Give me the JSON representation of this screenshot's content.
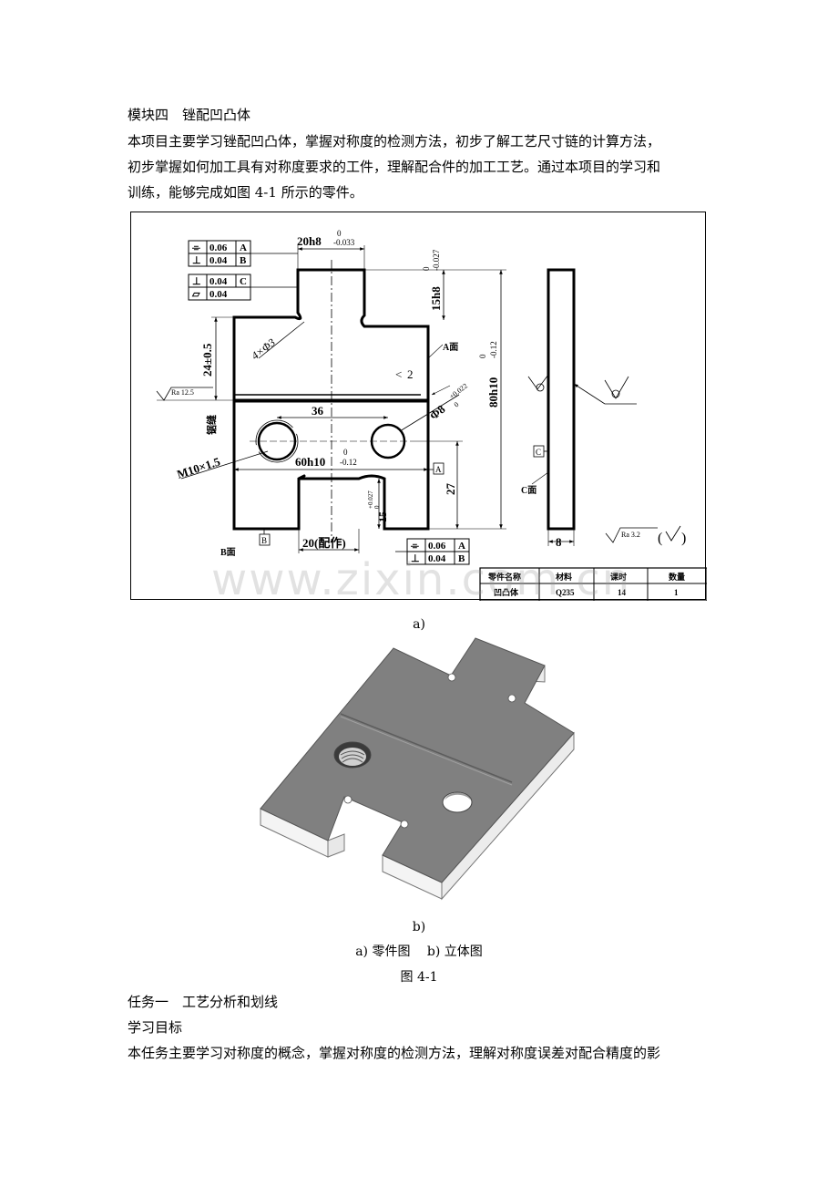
{
  "heading": "模块四　锉配凹凸体",
  "intro": [
    "本项目主要学习锉配凹凸体，掌握对称度的检测方法，初步了解工艺尺寸链的计算方法，",
    "初步掌握如何加工具有对称度要求的工件，理解配合件的加工工艺。通过本项目的学习和",
    "训练，能够完成如图 4-1 所示的零件。"
  ],
  "drawing": {
    "fcf_top": [
      {
        "sym": "⌯",
        "val": "0.06",
        "ref": "A"
      },
      {
        "sym": "⊥",
        "val": "0.04",
        "ref": "B"
      }
    ],
    "fcf_mid": [
      {
        "sym": "⊥",
        "val": "0.04",
        "ref": "C"
      },
      {
        "sym": "▱",
        "val": "0.04",
        "ref": ""
      }
    ],
    "fcf_bottom": [
      {
        "sym": "⌯",
        "val": "0.06",
        "ref": "A"
      },
      {
        "sym": "⊥",
        "val": "0.04",
        "ref": "B"
      }
    ],
    "dim_20h8": "20h8",
    "tol_20h8_upper": "0",
    "tol_20h8_lower": "-0.033",
    "dim_15h8": "15h8",
    "tol_15h8_upper": "0",
    "tol_15h8_lower": "-0.027",
    "dim_24": "24±0.5",
    "dim_80h10": "80h10",
    "tol_80h10_upper": "0",
    "tol_80h10_lower": "-0.12",
    "dim_36": "36",
    "dim_phi8": "Φ8",
    "tol_phi8_upper": "+0.022",
    "tol_phi8_lower": "0",
    "dim_m10": "M10×1.5",
    "dim_60h10": "60h10",
    "tol_60h10_upper": "0",
    "tol_60h10_lower": "-0.12",
    "dim_27": "27",
    "dim_15": "15",
    "tol_15_upper": "+0.027",
    "tol_15_lower": "0",
    "dim_20_fit": "20(配作)",
    "dim_4xphi3": "4×Φ3",
    "dim_gap": "2",
    "dim_8": "8",
    "label_a_face": "A面",
    "label_b_face": "B面",
    "label_c_face": "C面",
    "label_saw": "锯缝",
    "datum_a": "A",
    "datum_b": "B",
    "datum_c": "C",
    "ra_12_5": "Ra 12.5",
    "ra_3_2": "Ra 3.2",
    "title_block": {
      "headers": [
        "零件名称",
        "材料",
        "课时",
        "数量"
      ],
      "values": [
        "凹凸体",
        "Q235",
        "14",
        "1"
      ]
    }
  },
  "watermark": "www.zixin.com.cn",
  "caption_a": "a)",
  "caption_b": "b)",
  "caption_ab": "a) 零件图　 b) 立体图",
  "figure_label": "图 4-1",
  "task_title": "任务一　工艺分析和划线",
  "goal_title": "学习目标",
  "goal_text": "本任务主要学习对称度的概念，掌握对称度的检测方法，理解对称度误差对配合精度的影"
}
